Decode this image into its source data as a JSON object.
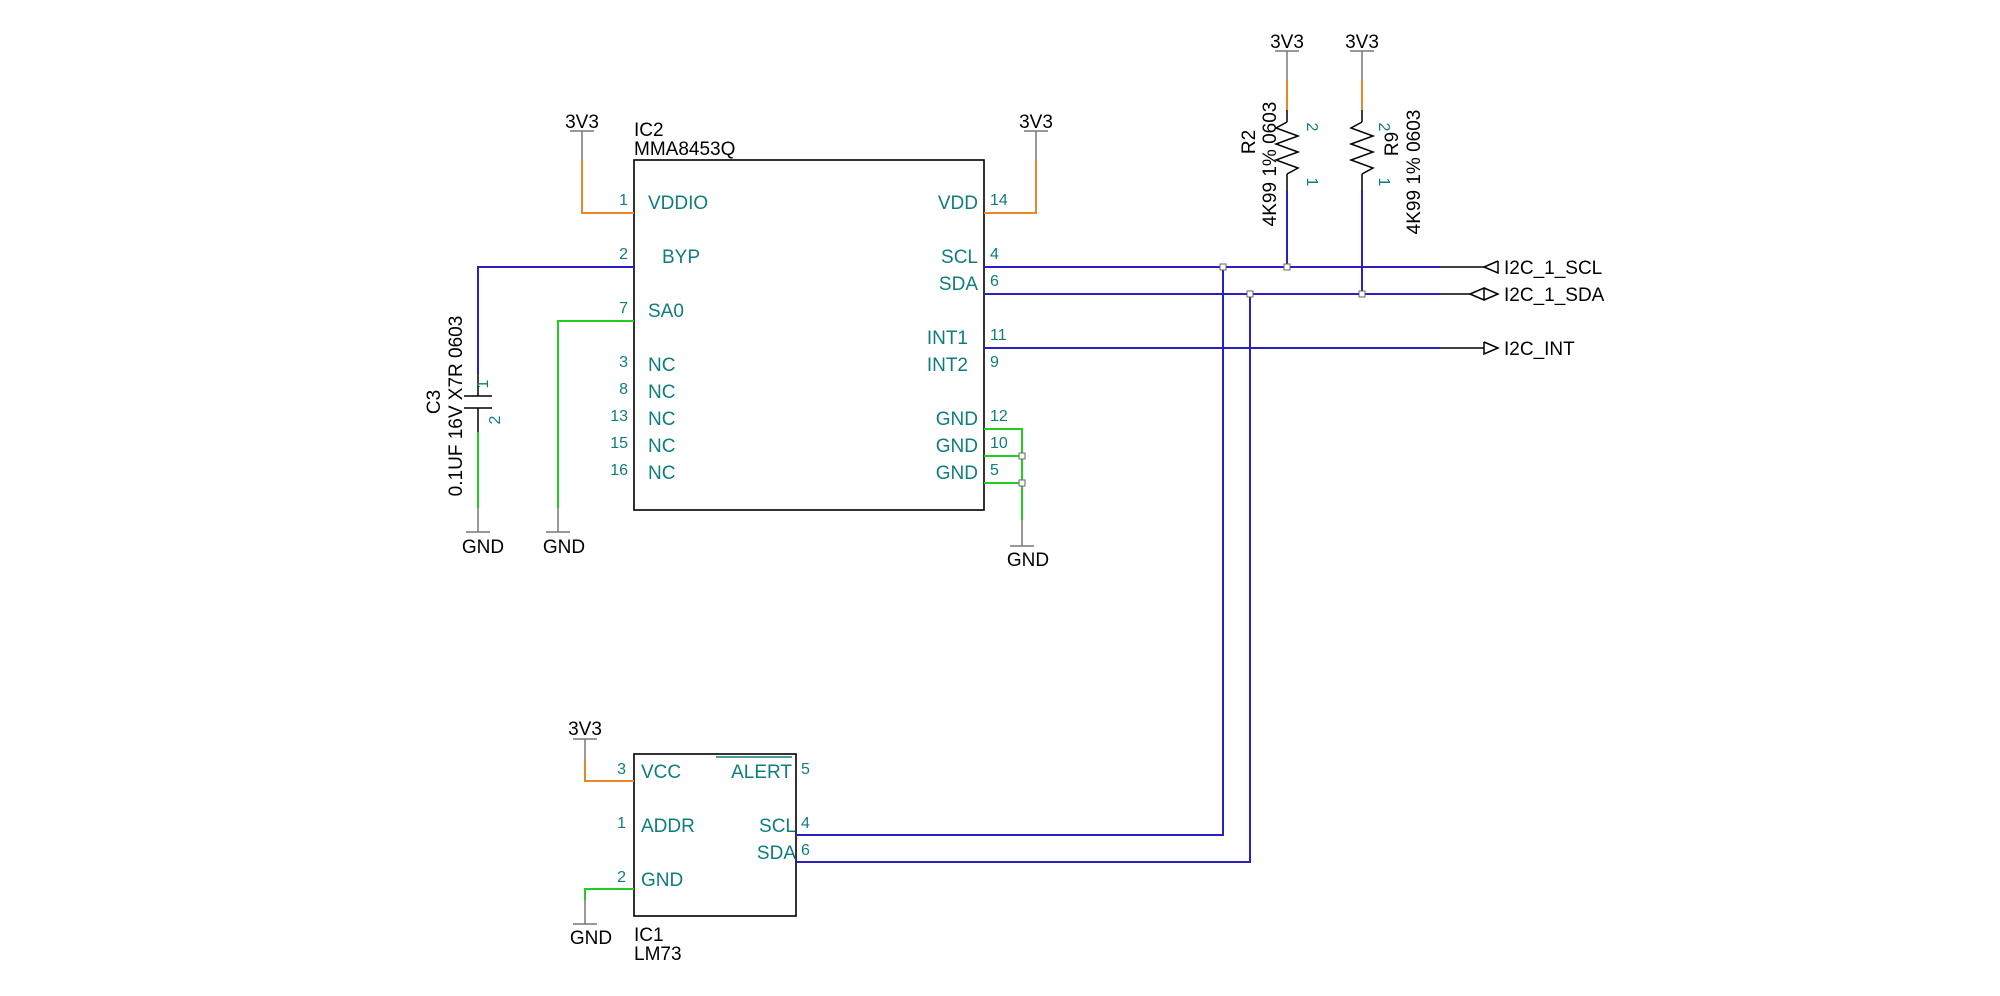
{
  "colors": {
    "power_wire": "#e8862a",
    "signal_wire": "#2b1fc4",
    "ground_wire": "#22cc22",
    "pin_text": "#0e7d7d",
    "component_text": "#000000"
  },
  "power_net": "3V3",
  "ground_net": "GND",
  "ic2": {
    "ref": "IC2",
    "part": "MMA8453Q",
    "left_pins": [
      {
        "num": "1",
        "name": "VDDIO"
      },
      {
        "num": "2",
        "name": "BYP"
      },
      {
        "num": "7",
        "name": "SA0"
      },
      {
        "num": "3",
        "name": "NC"
      },
      {
        "num": "8",
        "name": "NC"
      },
      {
        "num": "13",
        "name": "NC"
      },
      {
        "num": "15",
        "name": "NC"
      },
      {
        "num": "16",
        "name": "NC"
      }
    ],
    "right_pins": [
      {
        "num": "14",
        "name": "VDD"
      },
      {
        "num": "4",
        "name": "SCL"
      },
      {
        "num": "6",
        "name": "SDA"
      },
      {
        "num": "11",
        "name": "INT1"
      },
      {
        "num": "9",
        "name": "INT2"
      },
      {
        "num": "12",
        "name": "GND"
      },
      {
        "num": "10",
        "name": "GND"
      },
      {
        "num": "5",
        "name": "GND"
      }
    ]
  },
  "ic1": {
    "ref": "IC1",
    "part": "LM73",
    "left_pins": [
      {
        "num": "3",
        "name": "VCC"
      },
      {
        "num": "1",
        "name": "ADDR"
      },
      {
        "num": "2",
        "name": "GND"
      }
    ],
    "right_pins": [
      {
        "num": "5",
        "name": "ALERT"
      },
      {
        "num": "4",
        "name": "SCL"
      },
      {
        "num": "6",
        "name": "SDA"
      }
    ]
  },
  "c3": {
    "ref": "C3",
    "value": "0.1UF 16V X7R 0603",
    "pin_top": "1",
    "pin_bottom": "2"
  },
  "r2": {
    "ref": "R2",
    "value": "4K99 1% 0603",
    "pin_top": "2",
    "pin_bottom": "1"
  },
  "r9": {
    "ref": "R9",
    "value": "4K99 1% 0603",
    "pin_top": "2",
    "pin_bottom": "1"
  },
  "ports": {
    "scl": "I2C_1_SCL",
    "sda": "I2C_1_SDA",
    "int": "I2C_INT"
  }
}
